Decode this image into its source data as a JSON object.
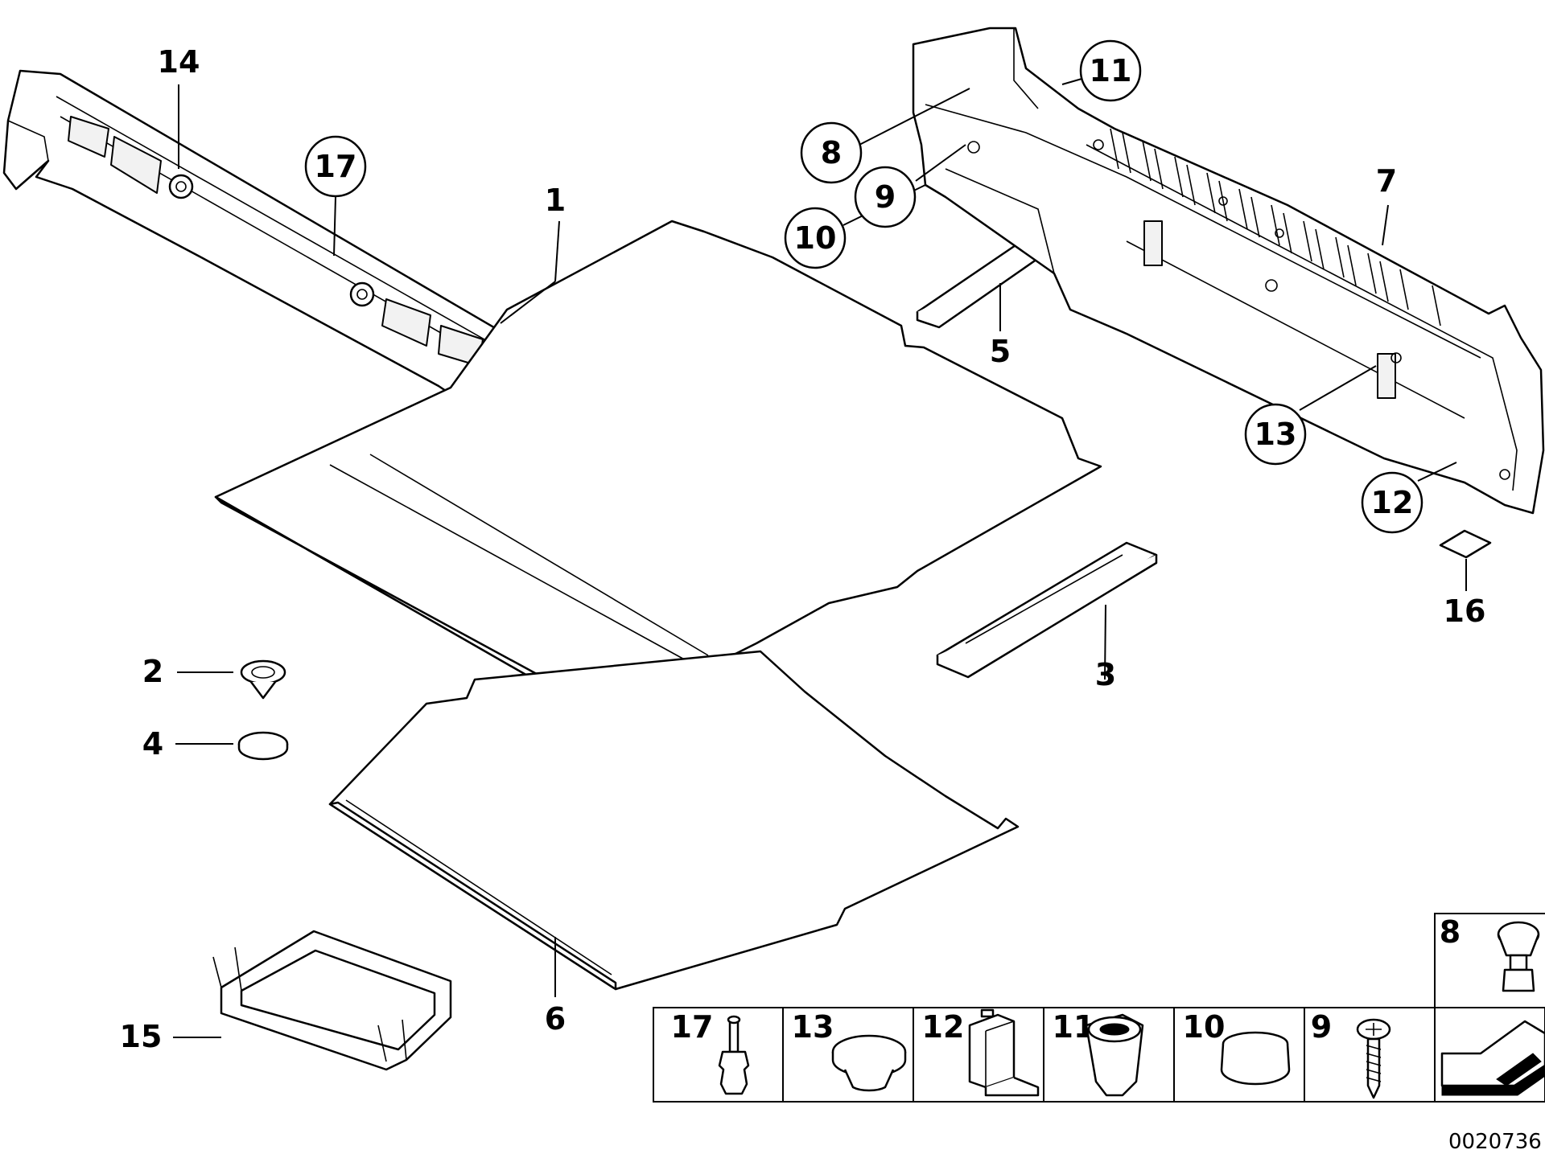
{
  "callouts": {
    "c1": "1",
    "c2": "2",
    "c3": "3",
    "c4": "4",
    "c5": "5",
    "c6": "6",
    "c7": "7",
    "c8": "8",
    "c9": "9",
    "c10": "10",
    "c11": "11",
    "c12": "12",
    "c13": "13",
    "c14": "14",
    "c15": "15",
    "c16": "16",
    "c17": "17"
  },
  "legend": {
    "items": [
      "17",
      "13",
      "12",
      "11",
      "10",
      "9"
    ],
    "top_item": "8"
  },
  "doc_id": "0020736"
}
